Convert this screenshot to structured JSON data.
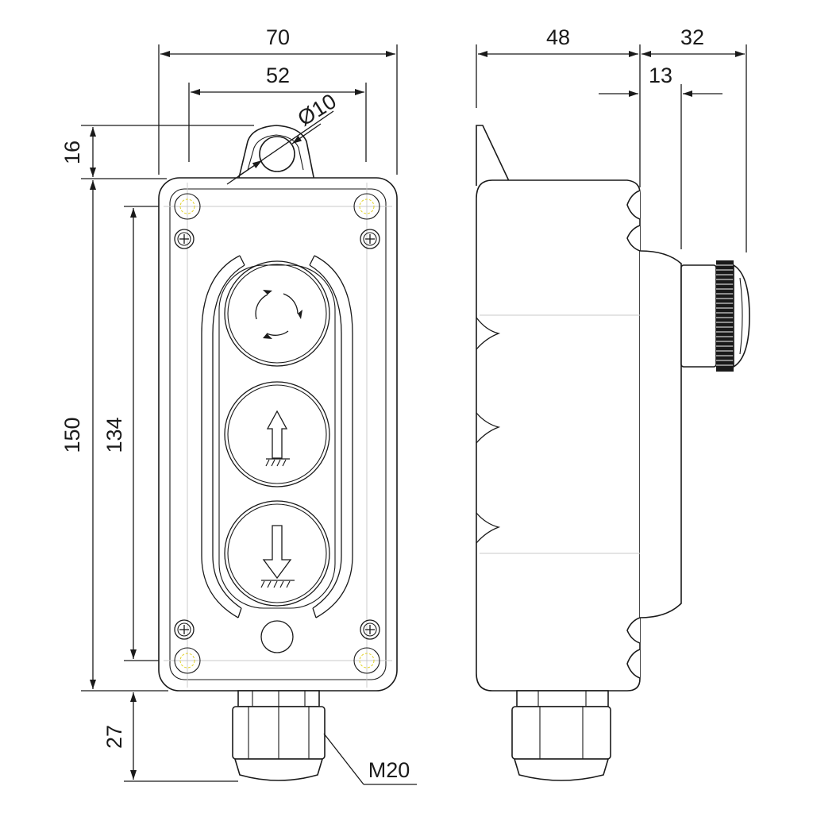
{
  "front_view": {
    "dim_overall_width": "70",
    "dim_hole_spacing_width": "52",
    "dim_eyelet_diameter": "Ø10",
    "dim_eyelet_height": "16",
    "dim_overall_height": "150",
    "dim_hole_spacing_height": "134",
    "dim_gland_length": "27",
    "gland_thread": "M20",
    "buttons": [
      {
        "icon": "rotate-arrows-icon"
      },
      {
        "icon": "arrow-up-icon"
      },
      {
        "icon": "arrow-down-icon"
      }
    ]
  },
  "side_view": {
    "dim_body_depth": "48",
    "dim_button_protrusion": "32",
    "dim_collar_depth": "13"
  },
  "colors": {
    "line": "#1a1a1a",
    "centerline": "#c8c8c8",
    "hole_marker": "#e2d22a"
  }
}
